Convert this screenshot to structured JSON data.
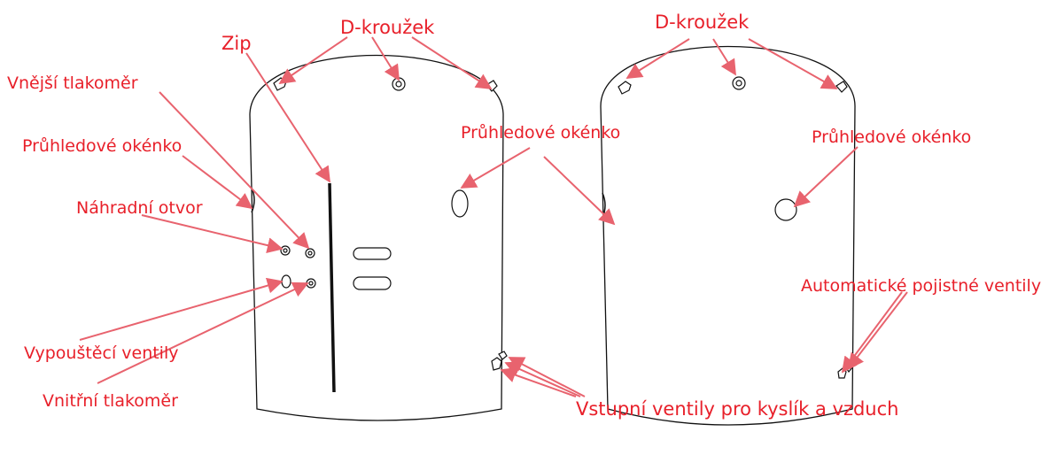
{
  "diagram": {
    "labels": {
      "d_ring_left": "D-kroužek",
      "d_ring_right": "D-kroužek",
      "zip": "Zip",
      "external_gauge": "Vnější tlakoměr",
      "window_side_left": "Průhledové okénko",
      "window_front_left": "Průhledové okénko",
      "window_right": "Průhledové okénko",
      "spare_port": "Náhradní otvor",
      "drain_valves": "Vypouštěcí ventily",
      "internal_gauge": "Vnitřní tlakoměr",
      "oxygen_air_inlet": "Vstupní ventily pro kyslík a vzduch",
      "auto_safety_valves": "Automatické pojistné ventily"
    },
    "colors": {
      "label": "#e8202a",
      "arrow": "#e8636e",
      "outline": "#111111"
    }
  }
}
